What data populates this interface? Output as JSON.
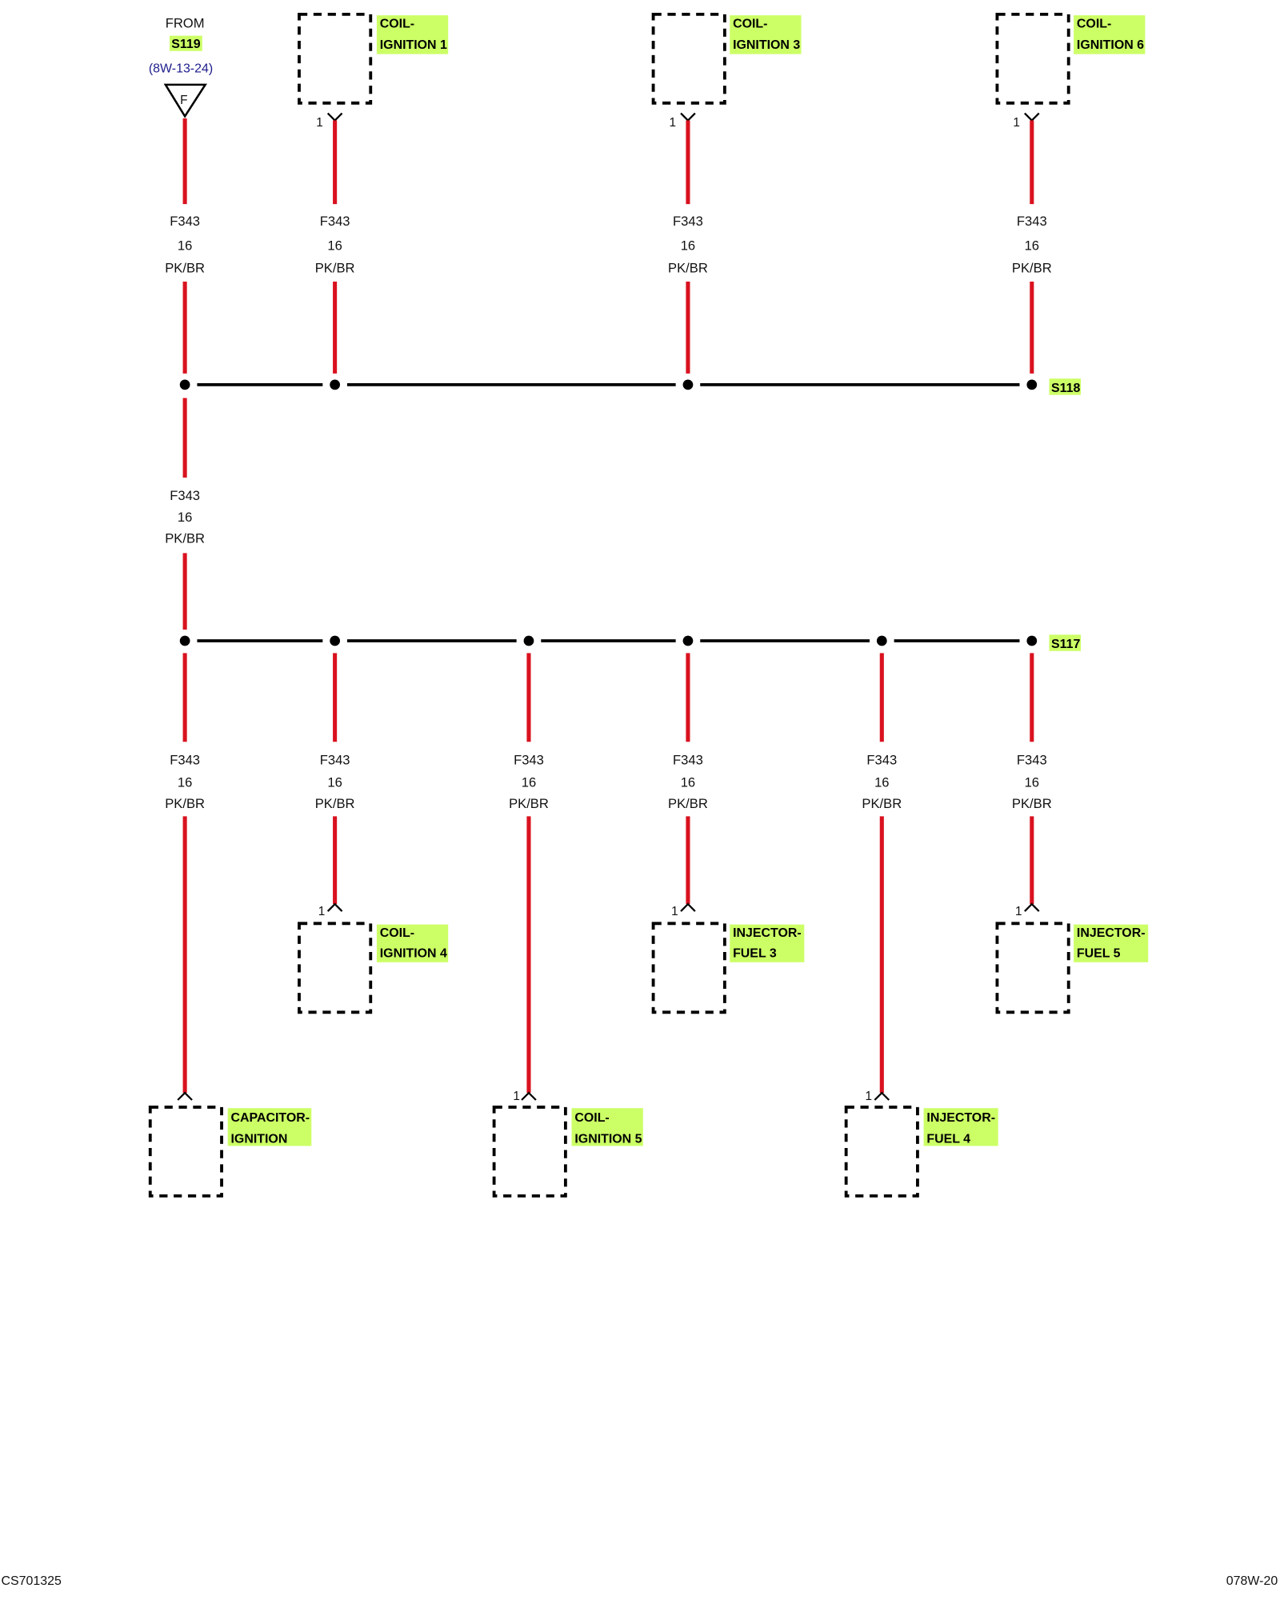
{
  "source": {
    "from_label": "FROM",
    "splice_id": "S119",
    "page_ref": "(8W-13-24)",
    "connector_letter": "F"
  },
  "splices": {
    "upper": "S118",
    "lower": "S117"
  },
  "wire_labels": [
    {
      "circuit": "F343",
      "gauge": "16",
      "insulation": "PK/BR"
    },
    {
      "circuit": "F343",
      "gauge": "16",
      "insulation": "PK/BR"
    },
    {
      "circuit": "F343",
      "gauge": "16",
      "insulation": "PK/BR"
    },
    {
      "circuit": "F343",
      "gauge": "16",
      "insulation": "PK/BR"
    },
    {
      "circuit": "F343",
      "gauge": "16",
      "insulation": "PK/BR"
    },
    {
      "circuit": "F343",
      "gauge": "16",
      "insulation": "PK/BR"
    },
    {
      "circuit": "F343",
      "gauge": "16",
      "insulation": "PK/BR"
    },
    {
      "circuit": "F343",
      "gauge": "16",
      "insulation": "PK/BR"
    },
    {
      "circuit": "F343",
      "gauge": "16",
      "insulation": "PK/BR"
    },
    {
      "circuit": "F343",
      "gauge": "16",
      "insulation": "PK/BR"
    },
    {
      "circuit": "F343",
      "gauge": "16",
      "insulation": "PK/BR"
    }
  ],
  "connectors": {
    "coil_ignition_1": {
      "name_line1": "COIL-",
      "name_line2": "IGNITION 1",
      "pin": "1"
    },
    "coil_ignition_3": {
      "name_line1": "COIL-",
      "name_line2": "IGNITION 3",
      "pin": "1"
    },
    "coil_ignition_6": {
      "name_line1": "COIL-",
      "name_line2": "IGNITION 6",
      "pin": "1"
    },
    "coil_ignition_4": {
      "name_line1": "COIL-",
      "name_line2": "IGNITION 4",
      "pin": "1"
    },
    "injector_fuel_3": {
      "name_line1": "INJECTOR-",
      "name_line2": "FUEL 3",
      "pin": "1"
    },
    "injector_fuel_5": {
      "name_line1": "INJECTOR-",
      "name_line2": "FUEL 5",
      "pin": "1"
    },
    "capacitor_ignition": {
      "name_line1": "CAPACITOR-",
      "name_line2": "IGNITION"
    },
    "coil_ignition_5": {
      "name_line1": "COIL-",
      "name_line2": "IGNITION 5",
      "pin": "1"
    },
    "injector_fuel_4": {
      "name_line1": "INJECTOR-",
      "name_line2": "FUEL 4",
      "pin": "1"
    }
  },
  "footer": {
    "left_code": "CS701325",
    "right_code": "078W-20"
  },
  "colors": {
    "wire": "#d9121f",
    "label_highlight": "#ccff66",
    "reference_text": "#1c1c8c",
    "splice_bus": "#000000"
  }
}
